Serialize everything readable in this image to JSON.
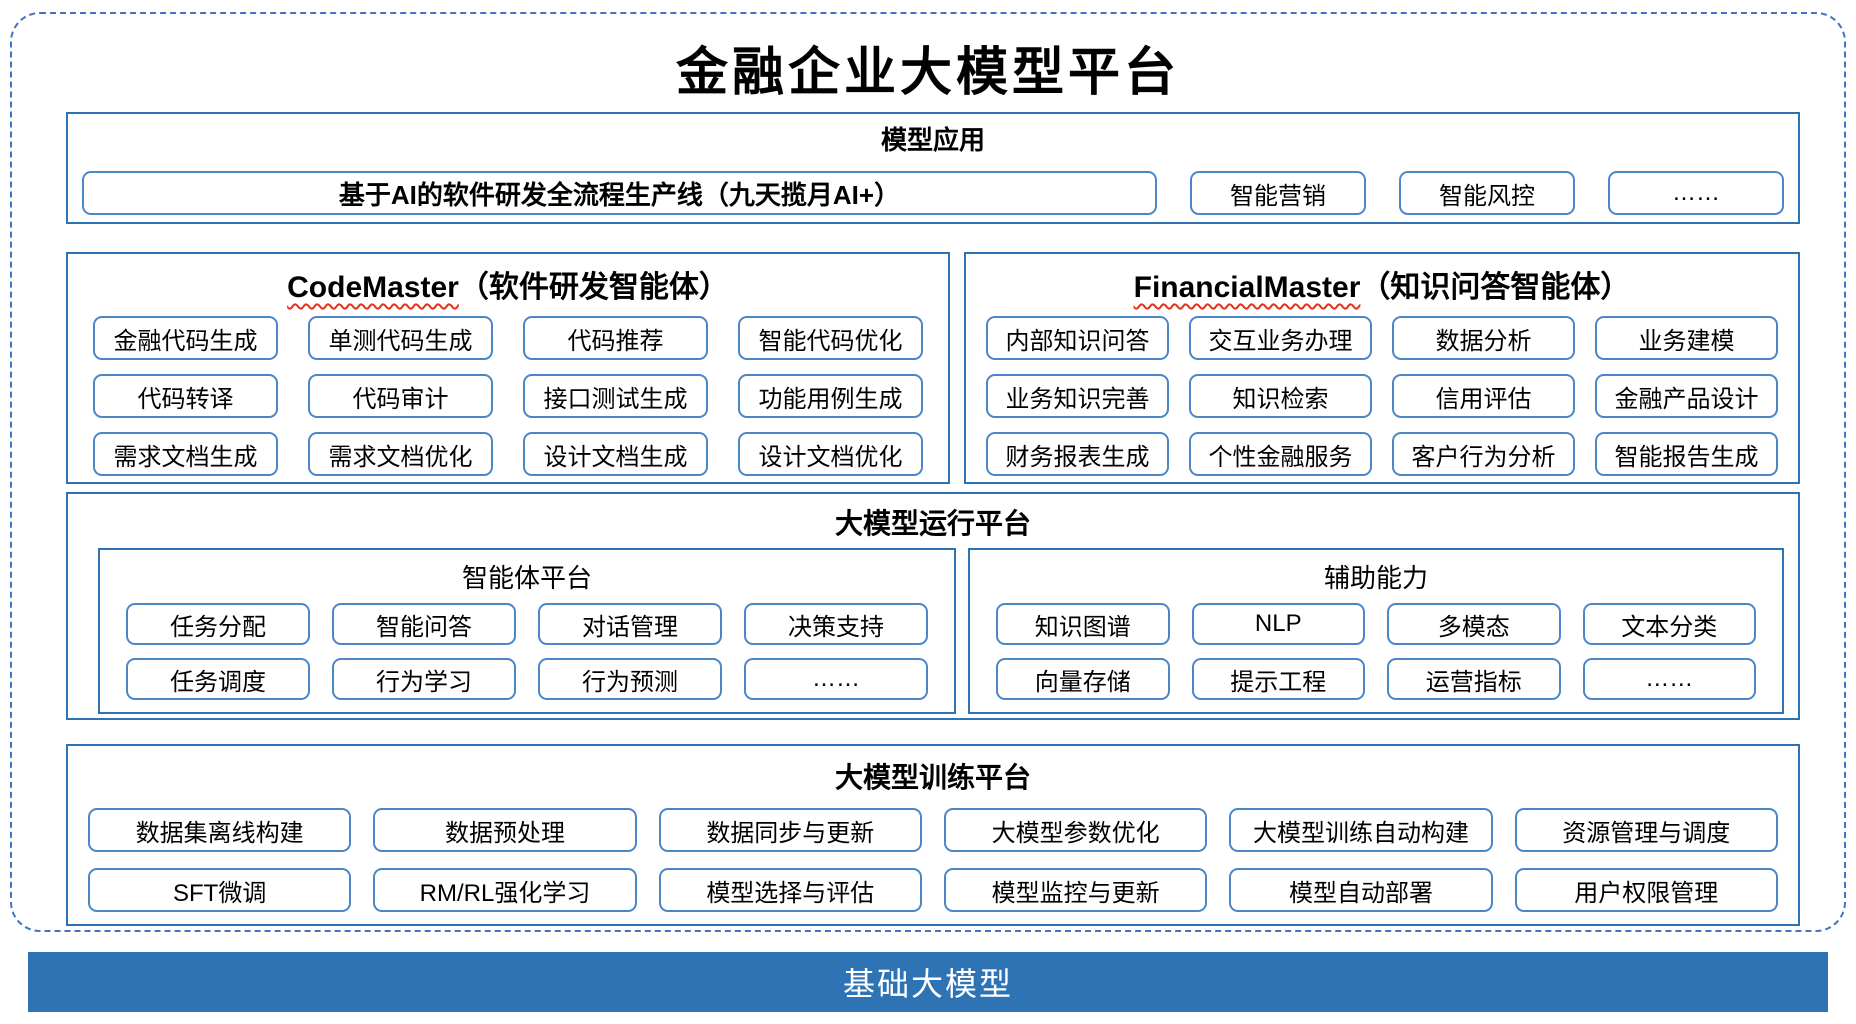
{
  "title": "金融企业大模型平台",
  "colors": {
    "frame-dash": "#4472c4",
    "section-border": "#2e74b5",
    "chip-border": "#4a86c8",
    "bar-bg": "#2e74b5",
    "bar-text": "#ffffff",
    "squiggle": "#e4321f",
    "text": "#000000"
  },
  "model_application": {
    "header": "模型应用",
    "pipeline": "基于AI的软件研发全流程生产线（九天揽月AI+）",
    "apps": [
      "智能营销",
      "智能风控",
      "……"
    ]
  },
  "agents": [
    {
      "name_en": "CodeMaster",
      "name_zh": "（软件研发智能体）",
      "items": [
        "金融代码生成",
        "单测代码生成",
        "代码推荐",
        "智能代码优化",
        "代码转译",
        "代码审计",
        "接口测试生成",
        "功能用例生成",
        "需求文档生成",
        "需求文档优化",
        "设计文档生成",
        "设计文档优化"
      ]
    },
    {
      "name_en": "FinancialMaster",
      "name_zh": "（知识问答智能体）",
      "items": [
        "内部知识问答",
        "交互业务办理",
        "数据分析",
        "业务建模",
        "业务知识完善",
        "知识检索",
        "信用评估",
        "金融产品设计",
        "财务报表生成",
        "个性金融服务",
        "客户行为分析",
        "智能报告生成"
      ]
    }
  ],
  "runtime_platform": {
    "header": "大模型运行平台",
    "groups": [
      {
        "name": "智能体平台",
        "items": [
          "任务分配",
          "智能问答",
          "对话管理",
          "决策支持",
          "任务调度",
          "行为学习",
          "行为预测",
          "……"
        ]
      },
      {
        "name": "辅助能力",
        "items": [
          "知识图谱",
          "NLP",
          "多模态",
          "文本分类",
          "向量存储",
          "提示工程",
          "运营指标",
          "……"
        ]
      }
    ]
  },
  "training_platform": {
    "header": "大模型训练平台",
    "items": [
      "数据集离线构建",
      "数据预处理",
      "数据同步与更新",
      "大模型参数优化",
      "大模型训练自动构建",
      "资源管理与调度",
      "SFT微调",
      "RM/RL强化学习",
      "模型选择与评估",
      "模型监控与更新",
      "模型自动部署",
      "用户权限管理"
    ]
  },
  "foundation": {
    "label": "基础大模型"
  }
}
